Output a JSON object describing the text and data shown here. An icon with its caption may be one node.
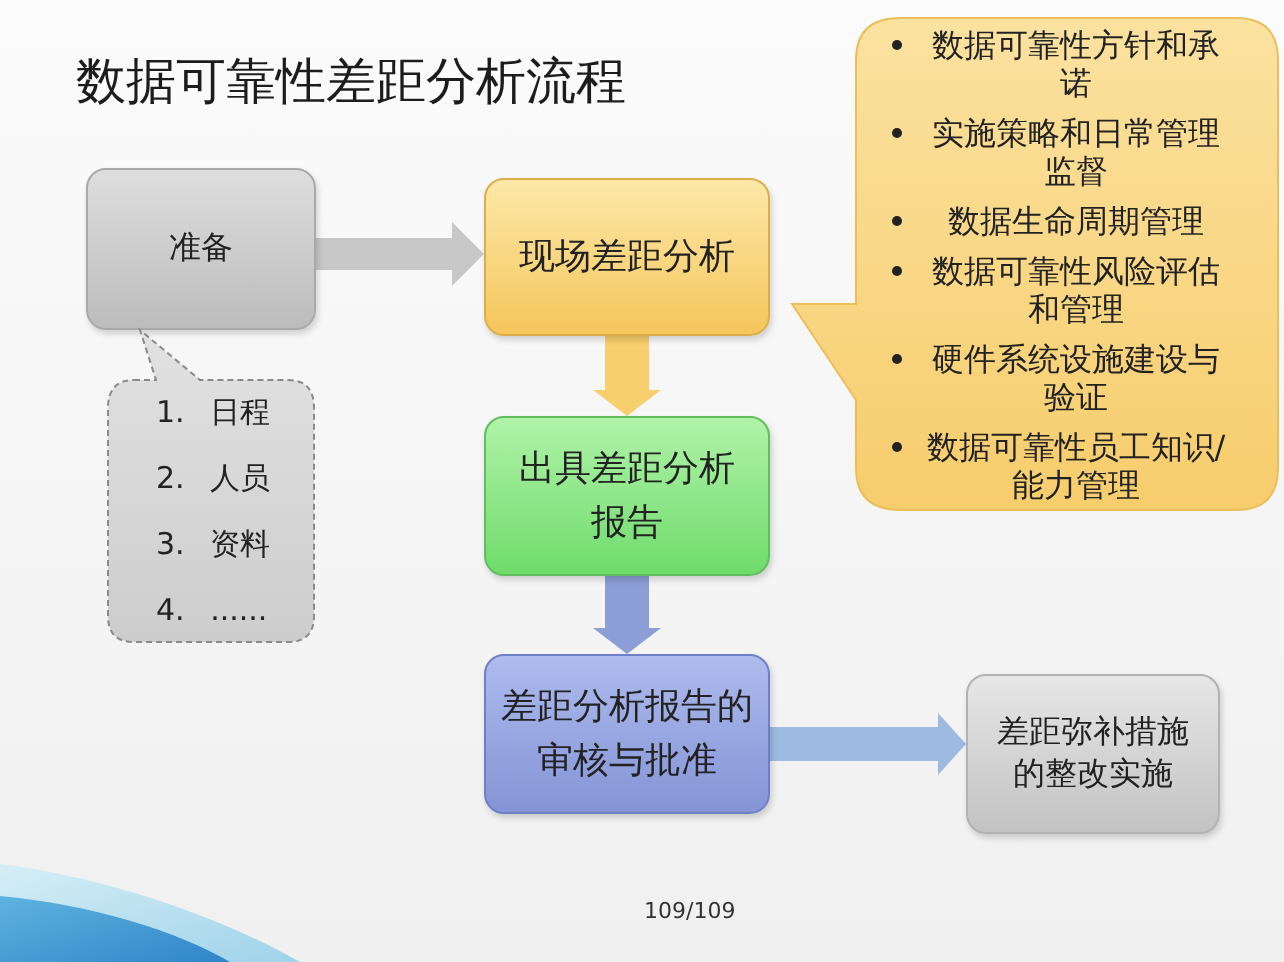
{
  "diagram": {
    "title": "数据可靠性差距分析流程",
    "nodes": [
      {
        "text": [
          "准备"
        ]
      },
      {
        "text": [
          "现场差距分析"
        ]
      },
      {
        "text": [
          "数据可靠性方针和承诺",
          "实施策略和日常管理监督",
          "数据生命周期管理",
          "数据可靠性风险评估和管理",
          "硬件系统设施建设与验证",
          "数据可靠性员工知识/能力管理"
        ]
      },
      {
        "text": [
          "1. 日程",
          "2. 人员",
          "3. 资料",
          "4. ......"
        ]
      },
      {
        "text": [
          "出具差距分析报告"
        ]
      },
      {
        "text": [
          "差距分析报告的审核与批准"
        ]
      },
      {
        "text": [
          "差距弥补措施的整改实施"
        ]
      }
    ],
    "edges": [
      {
        "from": 0,
        "to": 1,
        "arrow": "to",
        "color": "#c8c8c8"
      },
      {
        "from": 1,
        "to": 4,
        "arrow": "to",
        "color": "#f7cf6d"
      },
      {
        "from": 4,
        "to": 5,
        "arrow": "to",
        "color": "#8c9ed6"
      },
      {
        "from": 5,
        "to": 6,
        "arrow": "to",
        "color": "#9dbbe0"
      }
    ],
    "labels": [
      "109/109"
    ]
  }
}
